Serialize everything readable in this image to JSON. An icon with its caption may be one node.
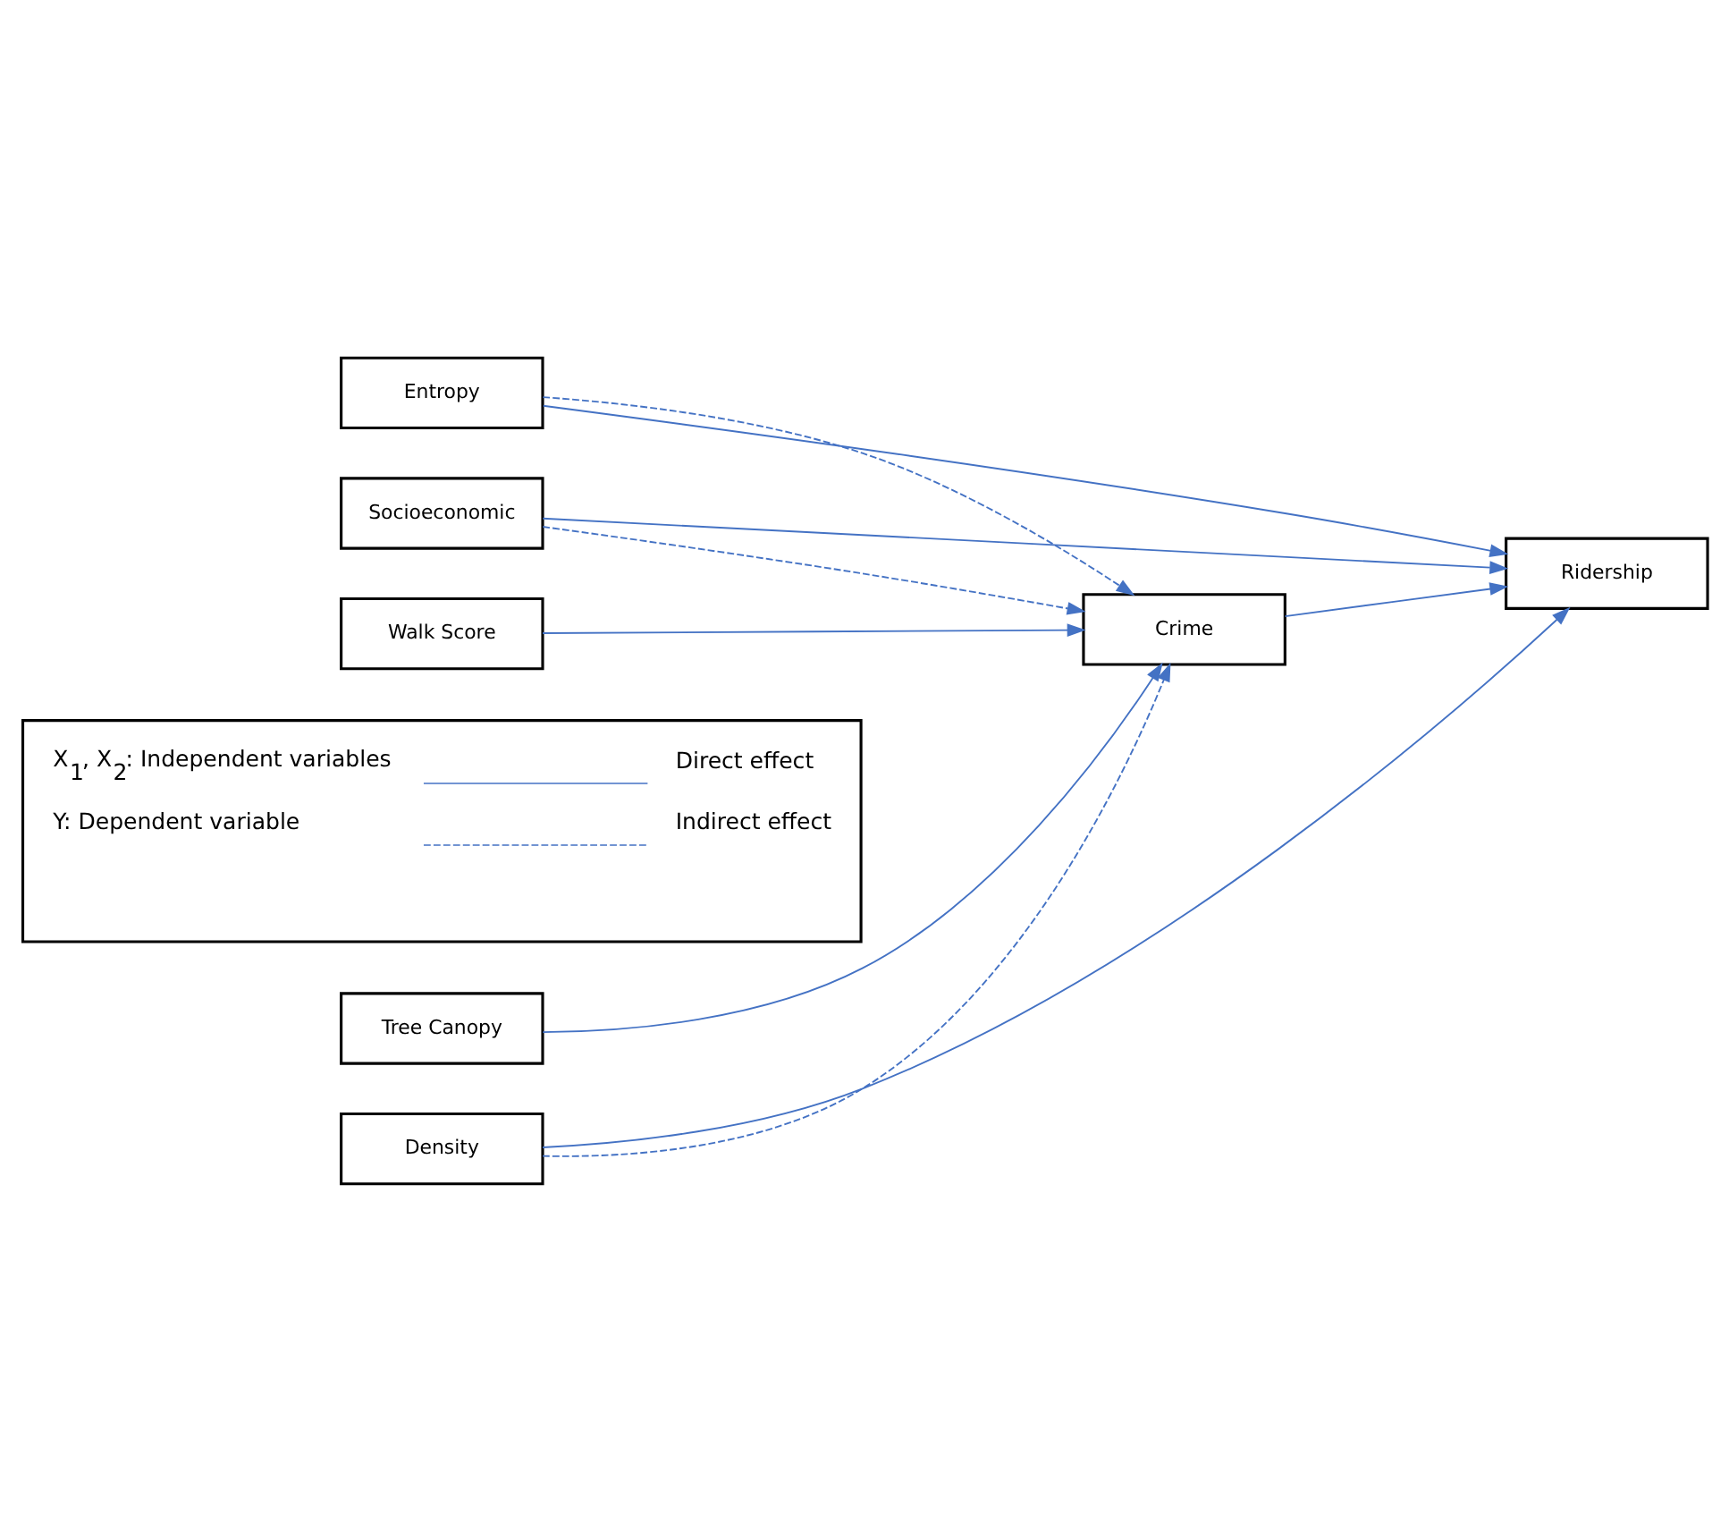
{
  "diagram": {
    "nodes": [
      {
        "text": [
          "Entropy"
        ]
      },
      {
        "text": [
          "Tree Canopy"
        ]
      },
      {
        "text": [
          "Socioeconomic"
        ]
      },
      {
        "text": [
          "Density"
        ]
      },
      {
        "text": [
          "Walk Score"
        ]
      },
      {
        "text": [
          "Crime"
        ]
      },
      {
        "text": [
          "Ridership"
        ]
      }
    ],
    "edges": [
      {
        "from": 0,
        "to": 6,
        "arrow": "to"
      },
      {
        "from": 0,
        "to": 5,
        "arrow": "to",
        "style": "dashed"
      },
      {
        "from": 1,
        "to": 5,
        "arrow": "to"
      },
      {
        "from": 2,
        "to": 5,
        "arrow": "to",
        "style": "dashed"
      },
      {
        "from": 2,
        "to": 6,
        "arrow": "to"
      },
      {
        "from": 3,
        "to": 5,
        "arrow": "to",
        "style": "dashed"
      },
      {
        "from": 3,
        "to": 6,
        "arrow": "to"
      },
      {
        "from": 4,
        "to": 5,
        "arrow": "to"
      },
      {
        "from": 5,
        "to": 6,
        "arrow": "to"
      }
    ],
    "labels": [
      "X$_{1}$, X$_{2}$: Independent variables",
      "Y: Dependent variable"
    ],
    "legend": [
      {
        "text": "Direct effect"
      },
      {
        "text": "Indirect effect"
      }
    ]
  }
}
